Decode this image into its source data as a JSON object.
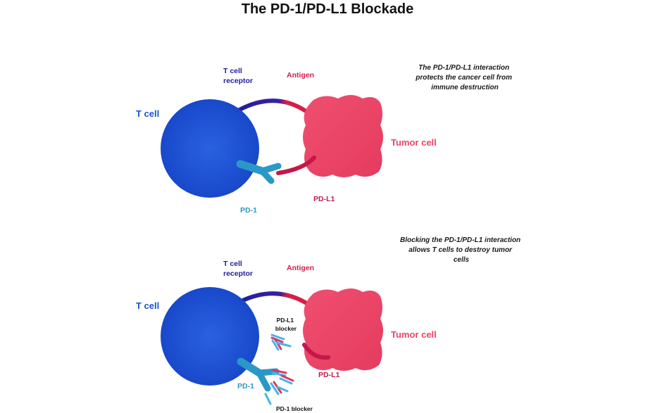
{
  "title": "The PD-1/PD-L1 Blockade",
  "colors": {
    "t_cell": "#1a52d4",
    "tumor_cell": "#ea4466",
    "receptor": "#1f1f9e",
    "antigen": "#d61e47",
    "pd1": "#2a98c6",
    "pd_l1": "#c4174a",
    "blocker_blue": "#46b4ea",
    "blocker_red": "#d93b63"
  },
  "top": {
    "caption": [
      "The PD-1/PD-L1 interaction",
      "protects the cancer cell from",
      "immune destruction"
    ],
    "t_cell_label": "T cell",
    "receptor_label": [
      "T cell",
      "receptor"
    ],
    "antigen_label": "Antigen",
    "tumor_label": "Tumor cell",
    "pd1_label": "PD-1",
    "pdl1_label": "PD-L1"
  },
  "bottom": {
    "caption": [
      "Blocking the PD-1/PD-L1 interaction",
      "allows T cells to destroy tumor",
      "cells"
    ],
    "t_cell_label": "T cell",
    "receptor_label": [
      "T cell",
      "receptor"
    ],
    "antigen_label": "Antigen",
    "tumor_label": "Tumor cell",
    "pd1_label": "PD-1",
    "pdl1_label": "PD-L1",
    "pdl1_blocker_label": [
      "PD-L1",
      "blocker"
    ],
    "pd1_blocker_label": "PD-1 blocker"
  }
}
